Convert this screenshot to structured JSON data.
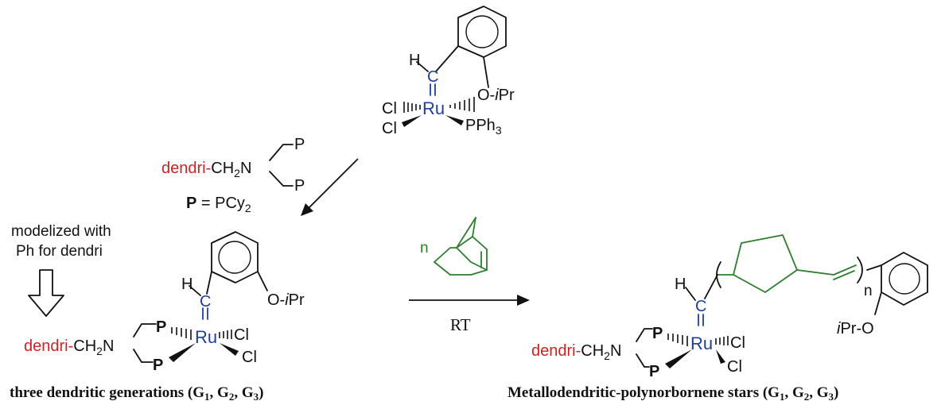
{
  "hoveyda": {
    "h": "H",
    "c": "C",
    "ru": "Ru",
    "o_ipr_o": "O-",
    "o_ipr_i": "i",
    "o_ipr_pr": "Pr",
    "cl1": "Cl",
    "cl2": "Cl",
    "pph3_base": "PPh",
    "pph3_sub": "3"
  },
  "ligand": {
    "dendri": "dendri-",
    "ch2n_ch": "CH",
    "ch2n_sub": "2",
    "ch2n_n": "N",
    "p_top": "P",
    "p_bottom": "P",
    "def_p": "P",
    "def_eq": " = PCy",
    "def_sub": "2"
  },
  "model_note": {
    "line1": "modelized with",
    "line2": "Ph for dendri"
  },
  "complex1": {
    "h": "H",
    "c": "C",
    "ru": "Ru",
    "o_ipr_o": "O-",
    "o_ipr_i": "i",
    "o_ipr_pr": "Pr",
    "p_top": "P",
    "p_bottom": "P",
    "cl1": "Cl",
    "cl2": "Cl",
    "dendri": "dendri-",
    "ch2n_ch": "CH",
    "ch2n_sub": "2",
    "ch2n_n": "N",
    "caption_text": "three dendritic generations (G",
    "caption_g1": "1",
    "caption_sep1": ", G",
    "caption_g2": "2",
    "caption_sep2": ", G",
    "caption_g3": "3",
    "caption_end": ")"
  },
  "reaction": {
    "n_label": "n",
    "condition": "RT"
  },
  "product": {
    "h": "H",
    "c": "C",
    "ru": "Ru",
    "n_sub": "n",
    "ipro_i": "i",
    "ipro_rest": "Pr-O",
    "p_top": "P",
    "p_bottom": "P",
    "cl1": "Cl",
    "cl2": "Cl",
    "dendri": "dendri-",
    "ch2n_ch": "CH",
    "ch2n_sub": "2",
    "ch2n_n": "N",
    "caption_text": "Metallodendritic-polynorbornene stars (G",
    "caption_g1": "1",
    "caption_sep1": ", G",
    "caption_g2": "2",
    "caption_sep2": ", G",
    "caption_g3": "3",
    "caption_end": ")"
  }
}
